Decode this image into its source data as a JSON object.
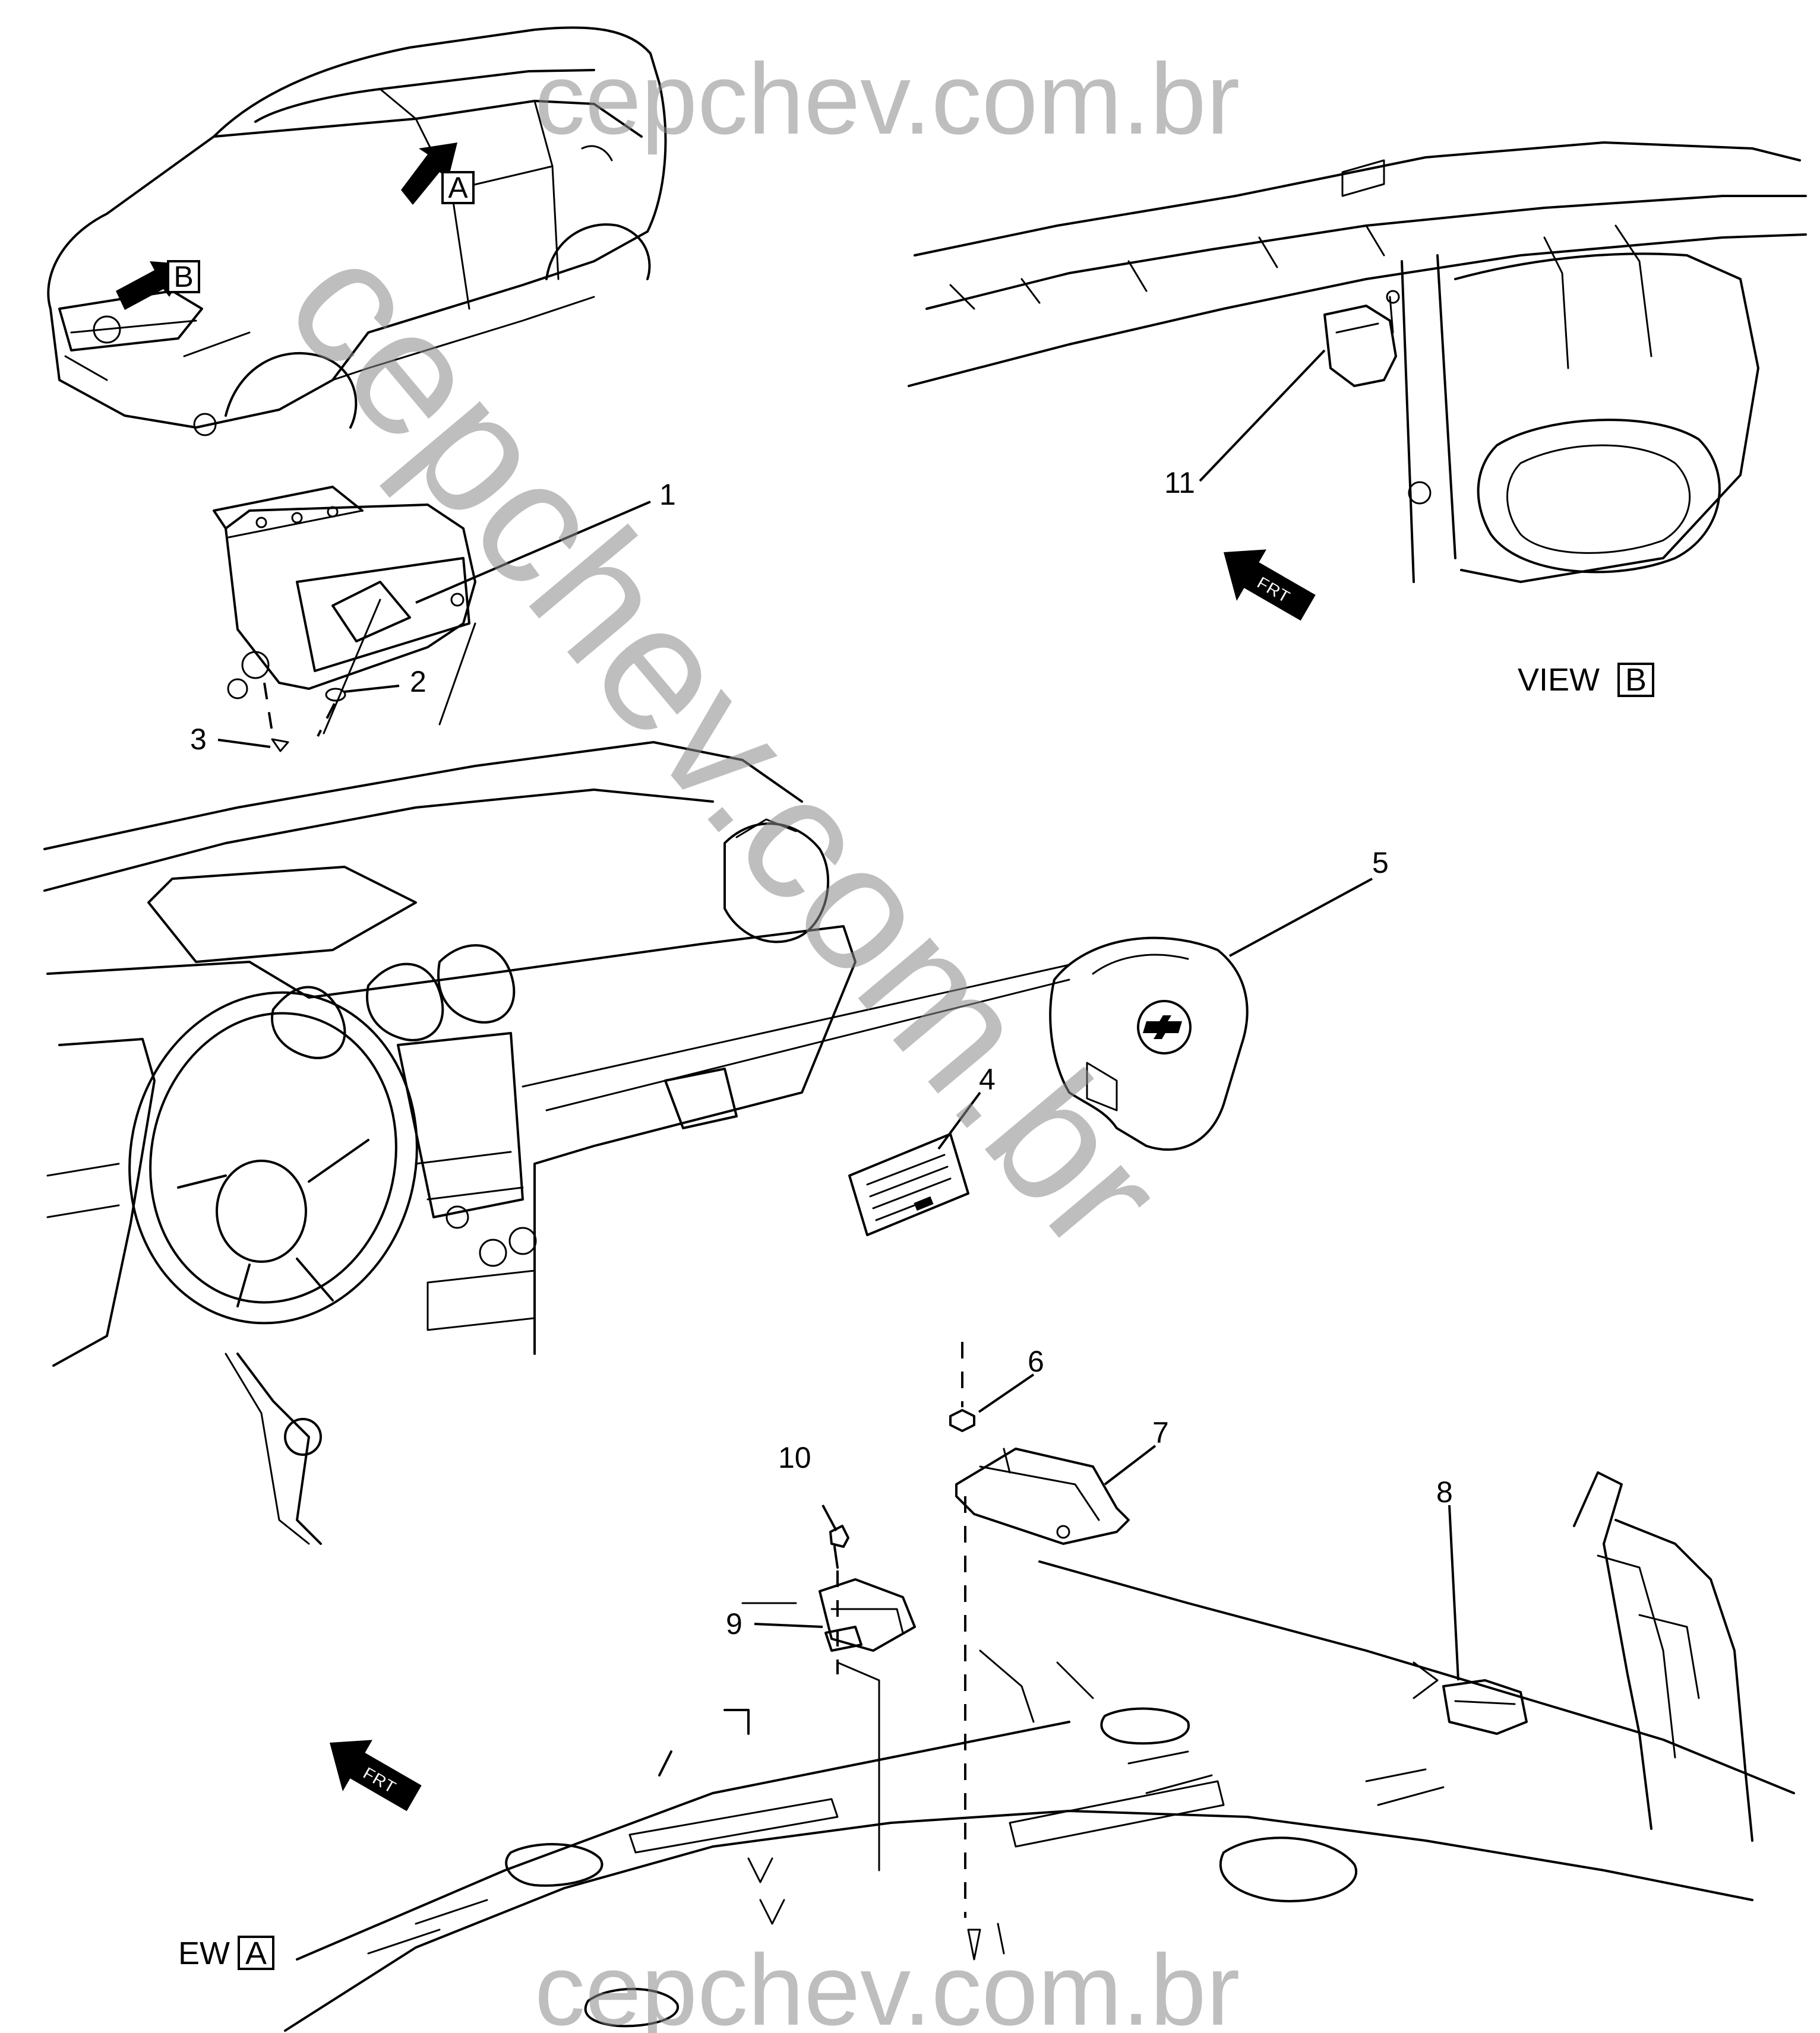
{
  "watermark": {
    "top": "cepchev.com.br",
    "diagonal": "cepchev.com.br",
    "bottom": "cepchev.com.br"
  },
  "views": {
    "view_b_word": "VIEW",
    "view_b_letter": "B",
    "ew_word": "EW",
    "ew_letter": "A"
  },
  "callouts": {
    "arrow_a": "A",
    "arrow_b": "B"
  },
  "direction": {
    "label": "FRT"
  },
  "part_numbers": [
    "1",
    "2",
    "3",
    "4",
    "5",
    "6",
    "7",
    "8",
    "9",
    "10",
    "11"
  ]
}
